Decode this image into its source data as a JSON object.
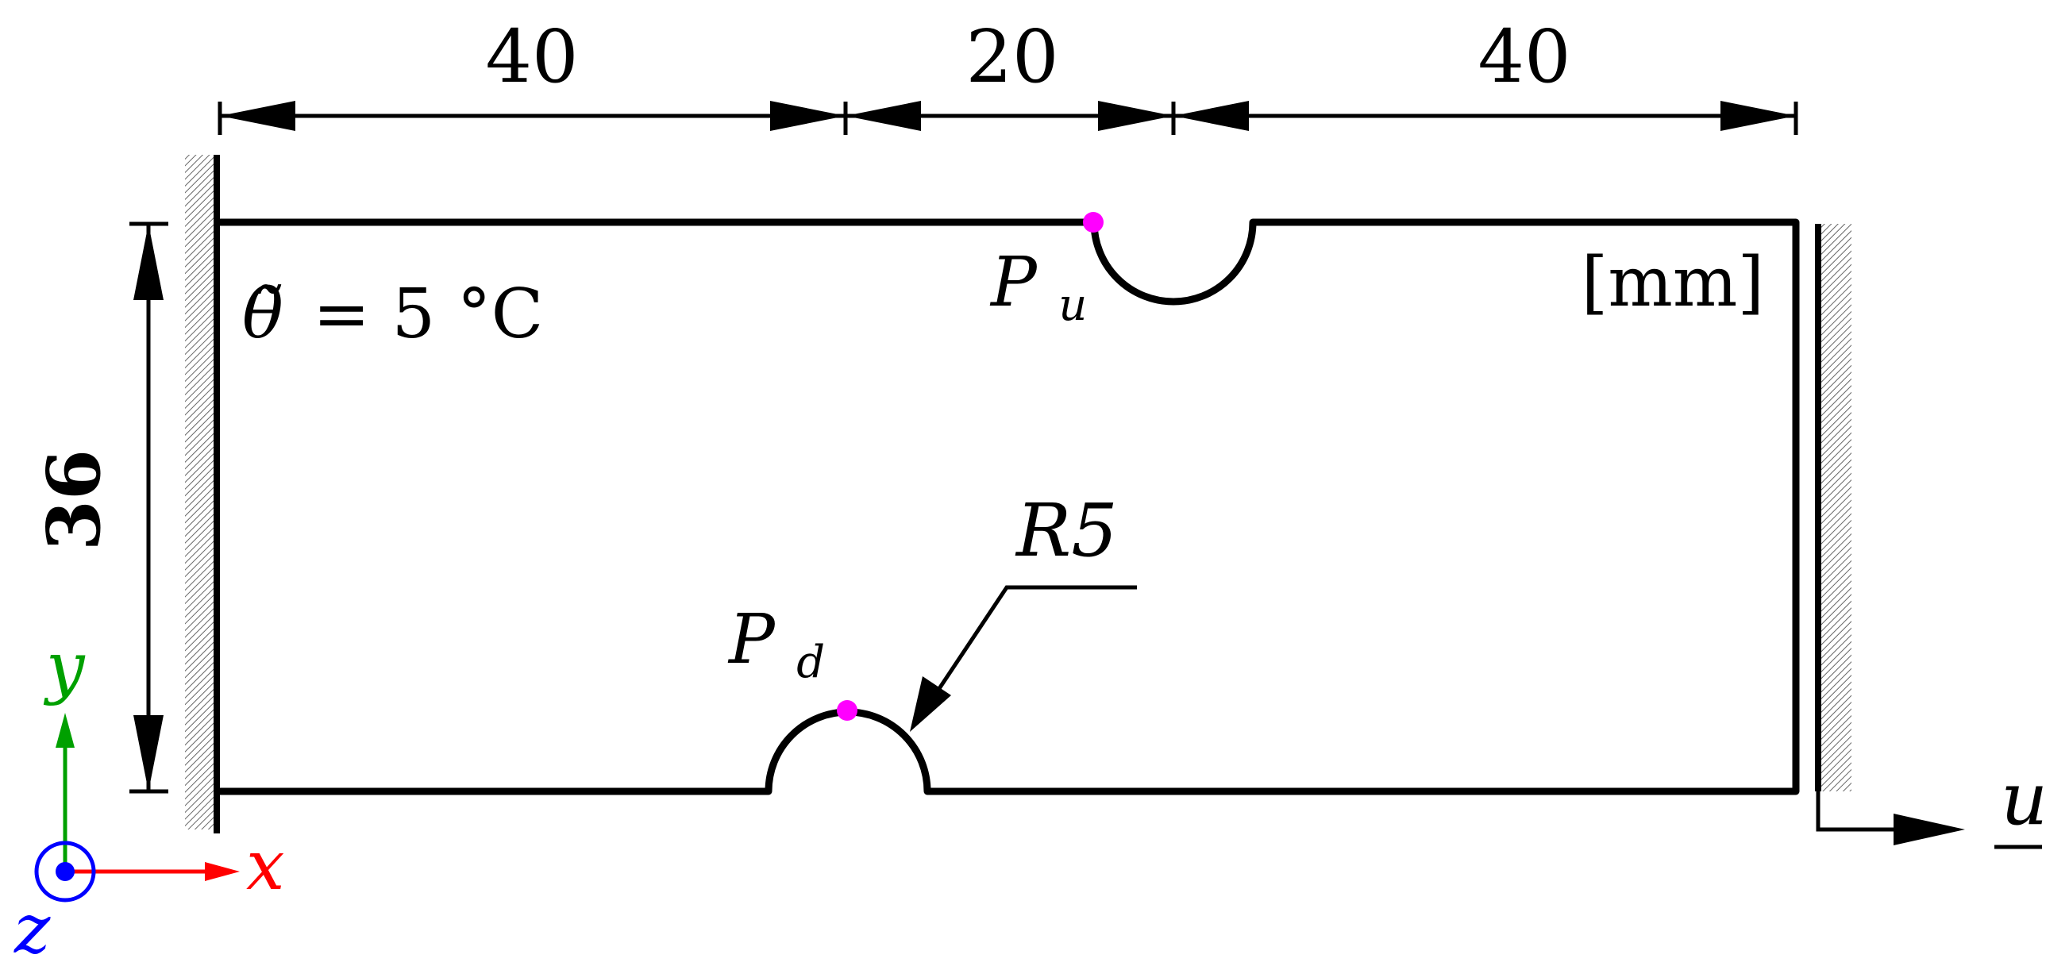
{
  "dimensions": {
    "top_left": "40",
    "top_middle": "20",
    "top_right": "40",
    "height": "36"
  },
  "labels": {
    "temperature_symbol": "θ̃",
    "temperature_value": "= 5 °C",
    "unit": "[mm]",
    "radius": "R5",
    "point_upper": "P",
    "point_upper_sub": "u",
    "point_lower": "P",
    "point_lower_sub": "d",
    "displacement": "u"
  },
  "axes": {
    "x_label": "x",
    "y_label": "y",
    "z_label": "z"
  },
  "colors": {
    "outline": "#000000",
    "point_marker": "#ff00ff",
    "x_axis": "#ff0000",
    "y_axis": "#00a000",
    "z_axis": "#0000ff",
    "support_hatch": "#666666"
  }
}
